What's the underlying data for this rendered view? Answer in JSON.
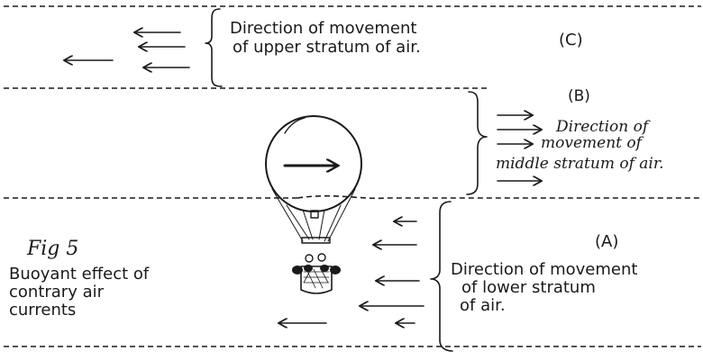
{
  "figure": {
    "label": "Fig 5",
    "caption_lines": [
      "Buoyant effect of",
      "contrary air",
      "currents"
    ]
  },
  "strata": {
    "upper": {
      "tag": "(C)",
      "lines": [
        "Direction of movement",
        "of upper stratum of air."
      ]
    },
    "middle": {
      "tag": "(B)",
      "lines": [
        "Direction of",
        "movement of",
        "middle stratum of air."
      ]
    },
    "lower": {
      "tag": "(A)",
      "lines": [
        "Direction of movement",
        "of lower stratum",
        "of air."
      ]
    }
  }
}
